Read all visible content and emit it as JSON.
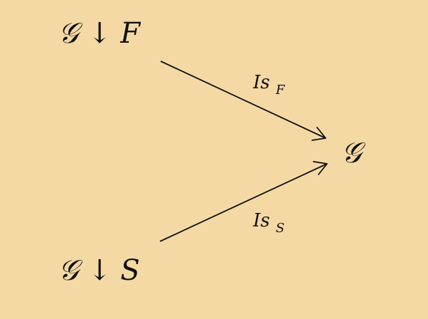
{
  "diagram": {
    "nodes": {
      "top": {
        "label": "𝒢 ↓ F"
      },
      "bottom": {
        "label": "𝒢 ↓ S"
      },
      "target": {
        "label": "𝒢"
      }
    },
    "edges": {
      "top_to_target": {
        "label_main": "Is",
        "label_sub": "F"
      },
      "bottom_to_target": {
        "label_main": "Is",
        "label_sub": "S"
      }
    },
    "colors": {
      "background": "#f5d9a5",
      "ink": "#111111"
    }
  }
}
